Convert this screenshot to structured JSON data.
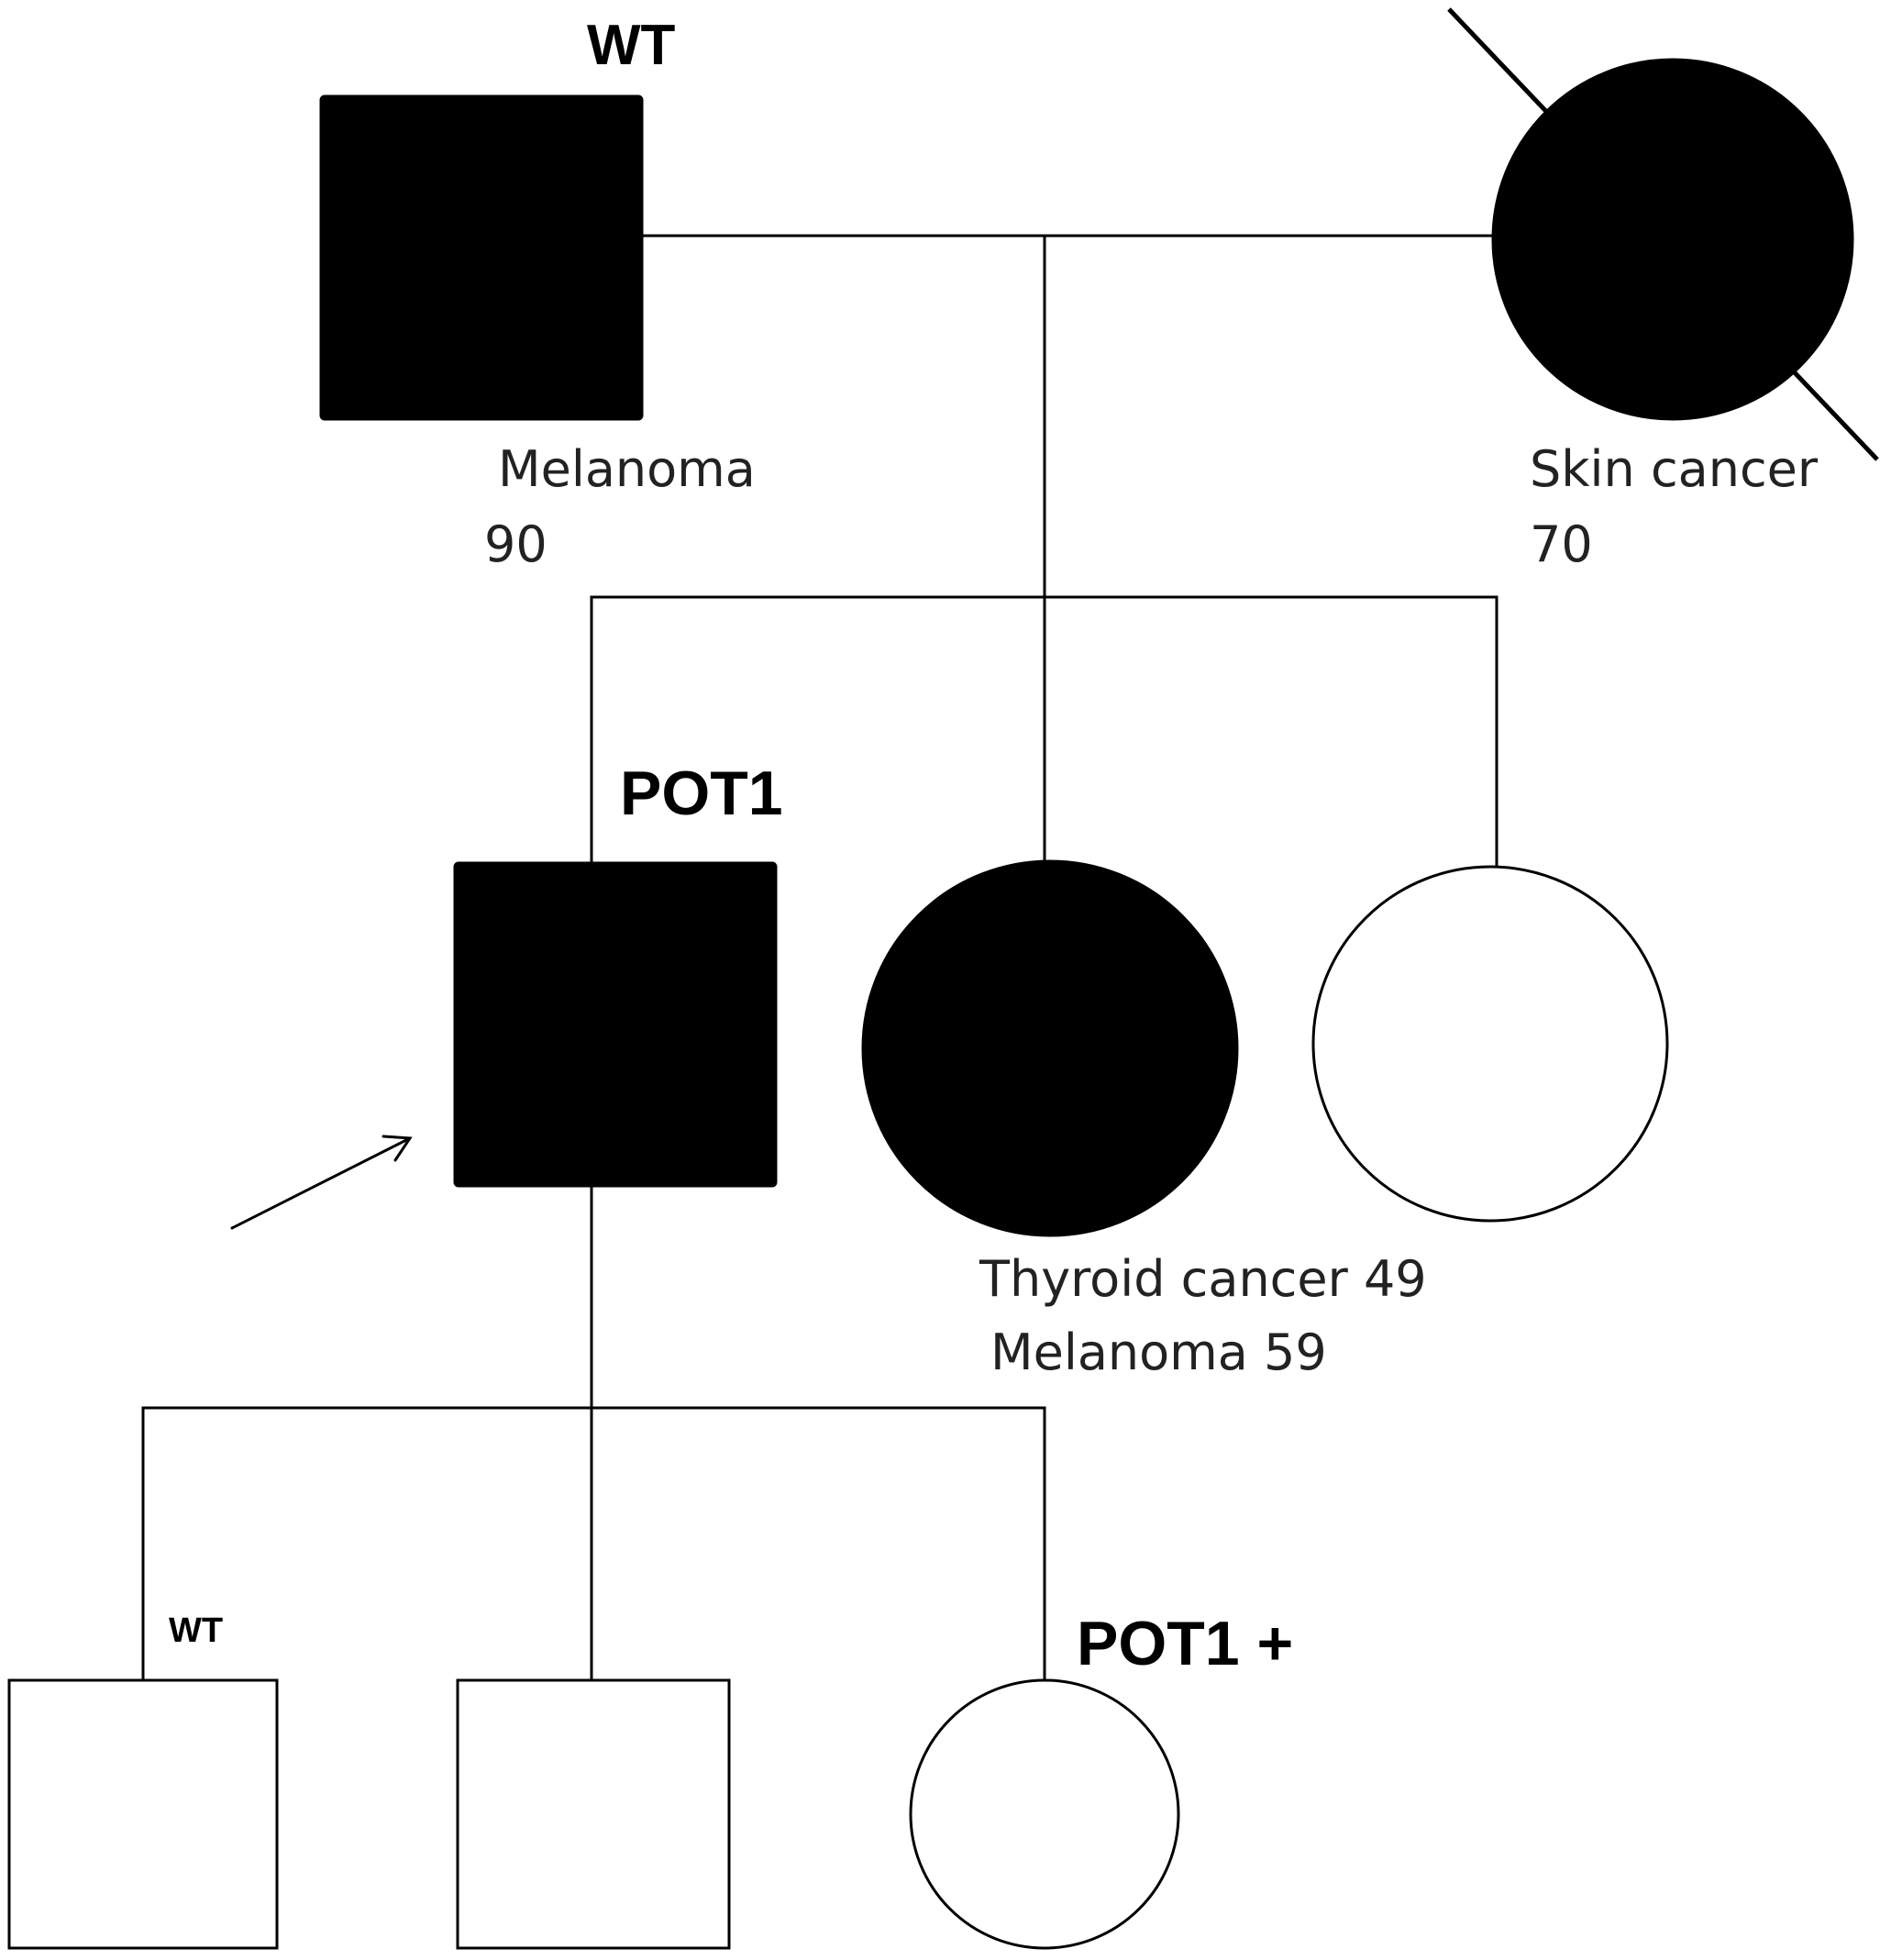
{
  "pedigree": {
    "grandfather": {
      "genotype": "WT",
      "phenotype": "Melanoma",
      "age": "90",
      "sex": "male",
      "affected": true,
      "deceased": false
    },
    "grandmother": {
      "phenotype": "Skin cancer",
      "age": "70",
      "sex": "female",
      "affected": true,
      "deceased": true
    },
    "proband": {
      "genotype": "POT1",
      "sex": "male",
      "affected": true,
      "is_proband": true
    },
    "sister_affected": {
      "phenotype_line1": "Thyroid cancer 49",
      "phenotype_line2": "Melanoma 59",
      "sex": "female",
      "affected": true
    },
    "sister_unaffected": {
      "sex": "female",
      "affected": false
    },
    "son_1": {
      "genotype": "WT",
      "sex": "male",
      "affected": false
    },
    "son_2": {
      "sex": "male",
      "affected": false
    },
    "daughter": {
      "genotype": "POT1 +",
      "sex": "female",
      "affected": false
    }
  },
  "colors": {
    "affected_fill": "#000000",
    "unaffected_fill": "#ffffff",
    "line": "#000000"
  }
}
